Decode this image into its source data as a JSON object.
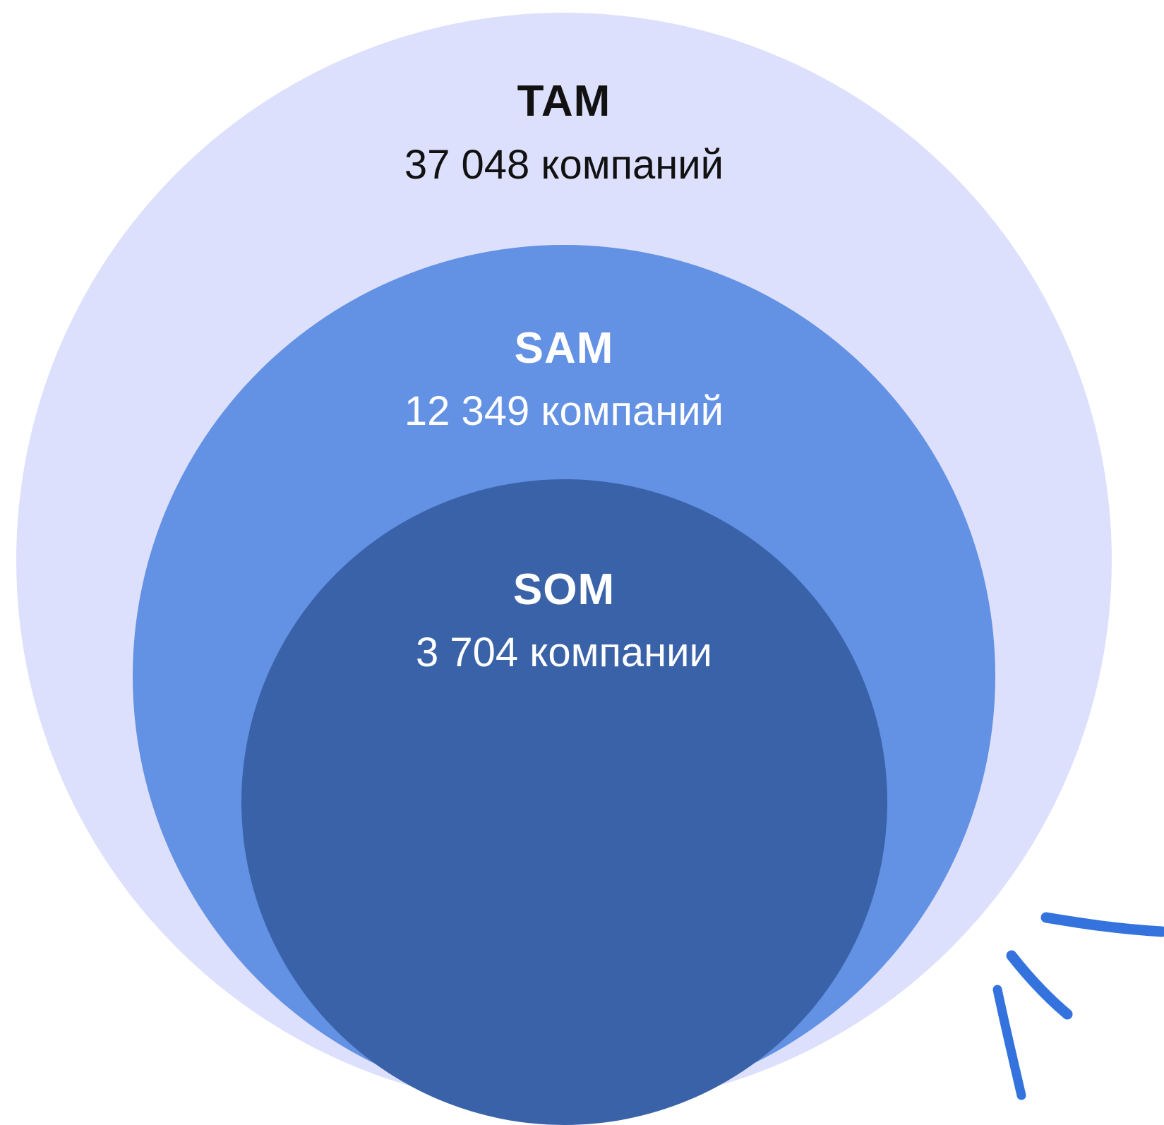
{
  "colors": {
    "tam_fill": "#dde0fd",
    "sam_fill": "#6391e3",
    "som_fill": "#3962a8",
    "tam_text": "#111111",
    "sam_text": "#ffffff",
    "som_text": "#ffffff",
    "accent_rays": "#3473dd"
  },
  "tam": {
    "title": "TAM",
    "count": "37 048 компаний"
  },
  "sam": {
    "title": "SAM",
    "count": "12 349 компаний"
  },
  "som": {
    "title": "SOM",
    "count": "3 704 компании"
  },
  "decoration": {
    "icon": "emphasis-rays-icon"
  }
}
